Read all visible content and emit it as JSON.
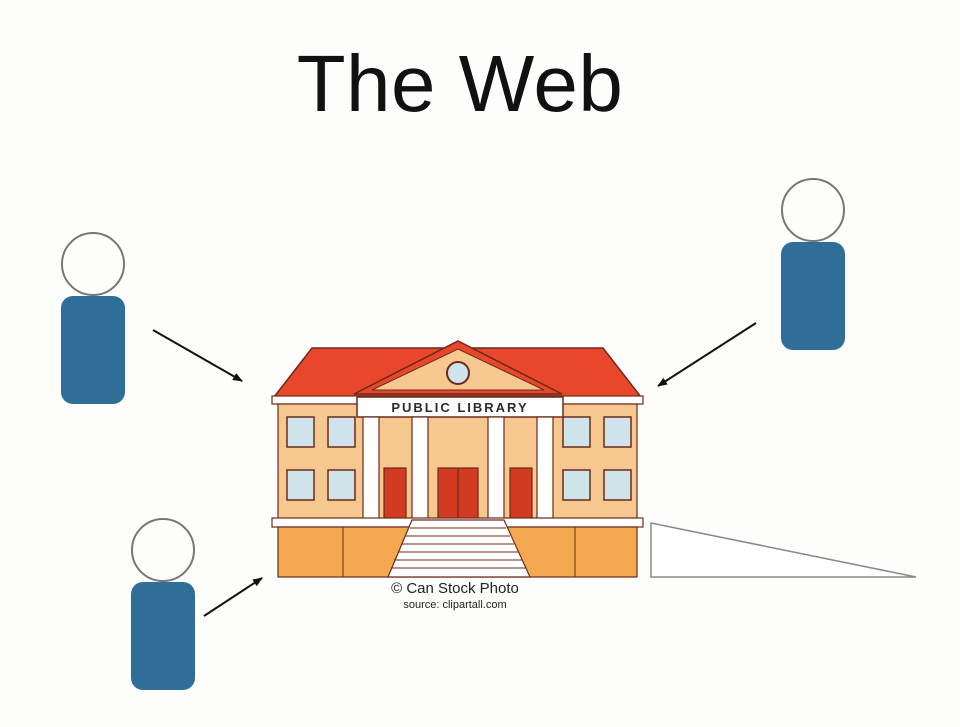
{
  "slide": {
    "title": "The Web"
  },
  "library": {
    "sign_text": "PUBLIC LIBRARY",
    "credit": "© Can Stock Photo",
    "source": "source: clipartall.com"
  },
  "colors": {
    "person_body": "#2f6e98",
    "person_head_outline": "#777777",
    "roof": "#e8472b",
    "wall": "#f6c890",
    "base": "#f3a74f",
    "door": "#d23b1f",
    "arrow": "#111111"
  },
  "icons": [
    "person-icon",
    "library-building-icon",
    "arrow-icon",
    "wedge-shape"
  ]
}
